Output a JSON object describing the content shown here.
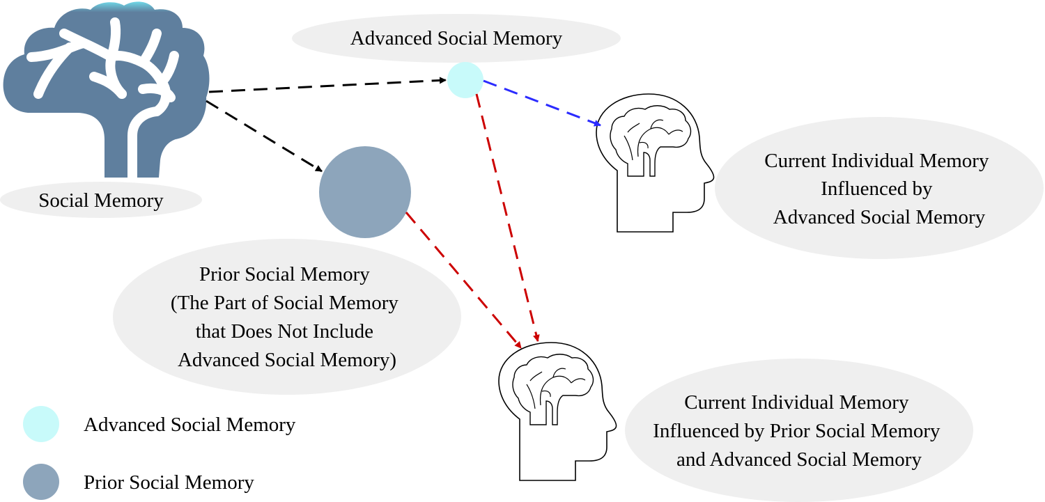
{
  "colors": {
    "brain_fill": "#5f7f9e",
    "brain_top_accent": "#6fd8e8",
    "advanced_node": "#c8fafa",
    "prior_node": "#8da5bb",
    "label_ellipse": "#efefef",
    "arrow_black": "#000000",
    "arrow_blue": "#2b2bff",
    "arrow_red": "#cc0000"
  },
  "nodes": {
    "social_memory": {
      "label": "Social Memory",
      "icon": "brain-tree-icon"
    },
    "advanced": {
      "label": "Advanced Social Memory"
    },
    "prior": {
      "lines": [
        "Prior Social Memory",
        "(The Part of Social Memory",
        "that Does Not Include",
        "Advanced Social Memory)"
      ]
    },
    "individual_a": {
      "icon": "head-brain-icon",
      "lines": [
        "Current Individual Memory",
        "Influenced by",
        "Advanced Social Memory"
      ]
    },
    "individual_b": {
      "icon": "head-brain-icon",
      "lines": [
        "Current Individual Memory",
        "Influenced by Prior Social Memory",
        "and Advanced Social Memory"
      ]
    }
  },
  "edges": [
    {
      "from": "social_memory",
      "to": "advanced",
      "style": "dashed",
      "color": "black"
    },
    {
      "from": "social_memory",
      "to": "prior",
      "style": "dashed",
      "color": "black"
    },
    {
      "from": "advanced",
      "to": "individual_a",
      "style": "dashed",
      "color": "blue"
    },
    {
      "from": "advanced",
      "to": "individual_b",
      "style": "dashed",
      "color": "red"
    },
    {
      "from": "prior",
      "to": "individual_b",
      "style": "dashed",
      "color": "red"
    }
  ],
  "legend": [
    {
      "label": "Advanced Social Memory",
      "color_key": "advanced_node"
    },
    {
      "label": "Prior Social Memory",
      "color_key": "prior_node"
    }
  ]
}
